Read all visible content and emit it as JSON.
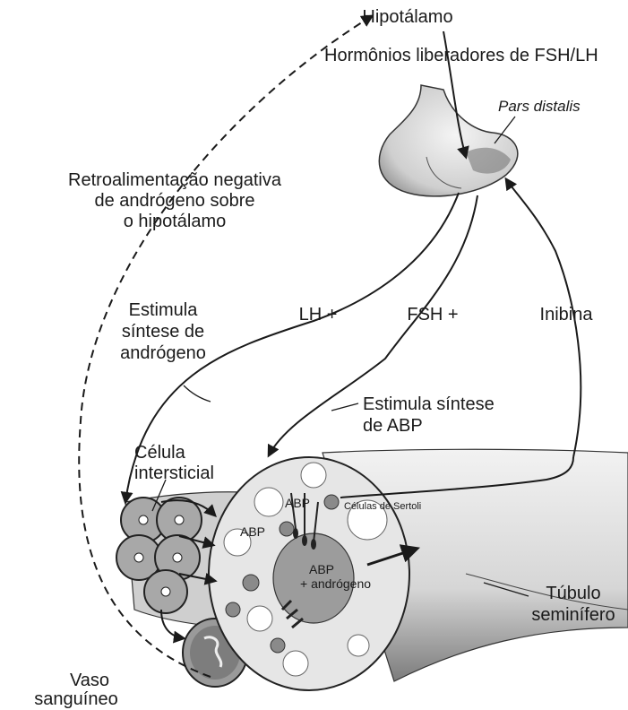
{
  "labels": {
    "hypothalamus": "Hipotálamo",
    "releasing_hormones": "Hormônios liberadores de FSH/LH",
    "pars_distalis": "Pars distalis",
    "feedback_line1": "Retroalimentação negativa",
    "feedback_line2": "de andrógeno sobre",
    "feedback_line3": "o hipotálamo",
    "stim_andro_line1": "Estimula",
    "stim_andro_line2": "síntese de",
    "stim_andro_line3": "andrógeno",
    "lh": "LH +",
    "fsh": "FSH +",
    "inhibin": "Inibina",
    "stim_abp_line1": "Estimula síntese",
    "stim_abp_line2": "de ABP",
    "leydig_line1": "Célula",
    "leydig_line2": "intersticial",
    "abp_1": "ABP",
    "abp_2": "ABP",
    "sertoli": "Células de Sertoli",
    "abp_andro_line1": "ABP",
    "abp_andro_line2": "+ andrógeno",
    "tubule_line1": "Túbulo",
    "tubule_line2": "seminífero",
    "vessel_line1": "Vaso",
    "vessel_line2": "sanguíneo"
  },
  "colors": {
    "ink": "#1a1a1a",
    "shade": "#7a7a7a",
    "light": "#d9d9d9"
  }
}
